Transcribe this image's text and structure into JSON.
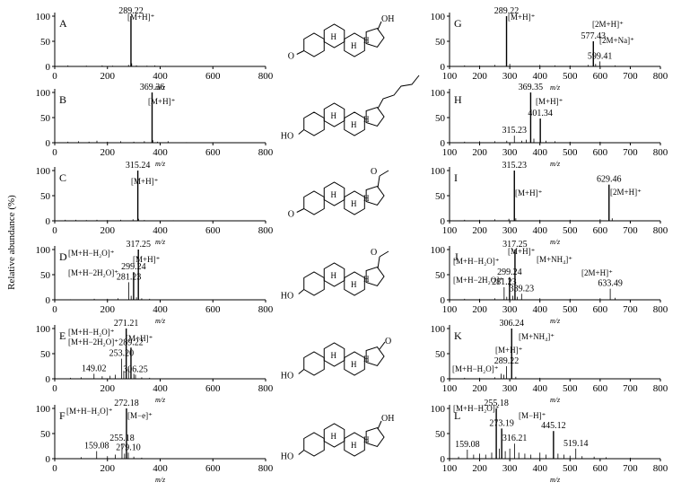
{
  "figure": {
    "ylabel": "Relative abundance (%)"
  },
  "chart_data": [
    {
      "type": "bar",
      "label": "A",
      "xlabel": "m/z",
      "xlim": [
        0,
        800
      ],
      "ylim": [
        0,
        100
      ],
      "xticks": [
        0,
        200,
        400,
        600,
        800
      ],
      "yticks": [
        0,
        50,
        100
      ],
      "peaks": [
        [
          50,
          2
        ],
        [
          120,
          1.5
        ],
        [
          180,
          2
        ],
        [
          220,
          1.5
        ],
        [
          280,
          3
        ],
        [
          289.22,
          100
        ],
        [
          292,
          6
        ],
        [
          310,
          2
        ],
        [
          350,
          1.5
        ],
        [
          380,
          2
        ],
        [
          420,
          1
        ],
        [
          480,
          1
        ],
        [
          560,
          1
        ],
        [
          650,
          1
        ]
      ],
      "annotations": [
        {
          "text": "289.22",
          "x": 289.22,
          "y": 100
        }
      ],
      "ion_labels": [
        "[M+H]⁺"
      ],
      "structure": "testosterone"
    },
    {
      "type": "bar",
      "label": "B",
      "xlabel": "m/z",
      "xlim": [
        0,
        800
      ],
      "ylim": [
        0,
        100
      ],
      "xticks": [
        0,
        200,
        400,
        600,
        800
      ],
      "yticks": [
        0,
        50,
        100
      ],
      "peaks": [
        [
          50,
          2
        ],
        [
          90,
          3
        ],
        [
          130,
          2
        ],
        [
          160,
          4
        ],
        [
          200,
          2
        ],
        [
          250,
          3
        ],
        [
          300,
          2
        ],
        [
          340,
          3
        ],
        [
          369.36,
          100
        ],
        [
          372,
          5
        ],
        [
          390,
          2
        ],
        [
          430,
          3
        ],
        [
          500,
          1
        ],
        [
          600,
          1
        ]
      ],
      "annotations": [
        {
          "text": "369.36",
          "x": 369.36,
          "y": 100
        }
      ],
      "ion_labels": [
        "[M+H]⁺"
      ],
      "structure": "cholesterol"
    },
    {
      "type": "bar",
      "label": "C",
      "xlabel": "m/z",
      "xlim": [
        0,
        800
      ],
      "ylim": [
        0,
        100
      ],
      "xticks": [
        0,
        200,
        400,
        600,
        800
      ],
      "yticks": [
        0,
        50,
        100
      ],
      "peaks": [
        [
          40,
          2
        ],
        [
          80,
          2
        ],
        [
          120,
          1.5
        ],
        [
          160,
          2
        ],
        [
          200,
          1.5
        ],
        [
          250,
          2
        ],
        [
          297,
          3
        ],
        [
          315.24,
          100
        ],
        [
          318,
          4
        ],
        [
          340,
          1.5
        ],
        [
          400,
          1
        ],
        [
          450,
          1
        ],
        [
          550,
          1
        ]
      ],
      "annotations": [
        {
          "text": "315.24",
          "x": 315.24,
          "y": 100
        }
      ],
      "ion_labels": [
        "[M+H]⁺"
      ],
      "structure": "progesterone"
    },
    {
      "type": "bar",
      "label": "D",
      "xlabel": "m/z",
      "xlim": [
        0,
        800
      ],
      "ylim": [
        0,
        100
      ],
      "xticks": [
        0,
        200,
        400,
        600,
        800
      ],
      "yticks": [
        0,
        50,
        100
      ],
      "peaks": [
        [
          60,
          1
        ],
        [
          150,
          2
        ],
        [
          200,
          2
        ],
        [
          240,
          3
        ],
        [
          281.23,
          35
        ],
        [
          290,
          8
        ],
        [
          299.24,
          55
        ],
        [
          310,
          5
        ],
        [
          317.25,
          100
        ],
        [
          330,
          3
        ],
        [
          360,
          2
        ],
        [
          400,
          1
        ]
      ],
      "annotations": [
        {
          "text": "317.25",
          "x": 317.25,
          "y": 100
        },
        {
          "text": "299.24",
          "x": 299.24,
          "y": 55
        },
        {
          "text": "281.23",
          "x": 281.23,
          "y": 35
        }
      ],
      "ion_labels": [
        "[M+H−H₂O]⁺",
        "[M+H]⁺",
        "[M+H−2H₂O]⁺"
      ],
      "structure": "pregnenolone"
    },
    {
      "type": "bar",
      "label": "E",
      "xlabel": "m/z",
      "xlim": [
        0,
        800
      ],
      "ylim": [
        0,
        100
      ],
      "xticks": [
        0,
        200,
        400,
        600,
        800
      ],
      "yticks": [
        0,
        50,
        100
      ],
      "peaks": [
        [
          60,
          2
        ],
        [
          100,
          3
        ],
        [
          149.02,
          10
        ],
        [
          180,
          5
        ],
        [
          210,
          6
        ],
        [
          230,
          8
        ],
        [
          253.2,
          40
        ],
        [
          262,
          15
        ],
        [
          271.21,
          100
        ],
        [
          280,
          20
        ],
        [
          289.22,
          62
        ],
        [
          300,
          10
        ],
        [
          306.25,
          8
        ],
        [
          330,
          3
        ],
        [
          360,
          2
        ]
      ],
      "annotations": [
        {
          "text": "271.21",
          "x": 271.21,
          "y": 100
        },
        {
          "text": "289.22",
          "x": 289.22,
          "y": 62
        },
        {
          "text": "253.20",
          "x": 253.2,
          "y": 40
        },
        {
          "text": "149.02",
          "x": 149.02,
          "y": 10
        },
        {
          "text": "306.25",
          "x": 306.25,
          "y": 8
        }
      ],
      "ion_labels": [
        "[M+H−H₂O]⁺",
        "[M+H]⁺",
        "[M+H−2H₂O]⁺"
      ],
      "structure": "DHEA"
    },
    {
      "type": "bar",
      "label": "F",
      "xlabel": "m/z",
      "xlim": [
        0,
        800
      ],
      "ylim": [
        0,
        100
      ],
      "xticks": [
        0,
        200,
        400,
        600,
        800
      ],
      "yticks": [
        0,
        50,
        100
      ],
      "peaks": [
        [
          100,
          3
        ],
        [
          159.08,
          15
        ],
        [
          200,
          5
        ],
        [
          230,
          8
        ],
        [
          255.18,
          30
        ],
        [
          265,
          10
        ],
        [
          272.18,
          100
        ],
        [
          279.1,
          12
        ],
        [
          300,
          4
        ],
        [
          330,
          2
        ]
      ],
      "annotations": [
        {
          "text": "272.18",
          "x": 272.18,
          "y": 100
        },
        {
          "text": "255.18",
          "x": 255.18,
          "y": 30
        },
        {
          "text": "159.08",
          "x": 159.08,
          "y": 15
        },
        {
          "text": "279.10",
          "x": 279.1,
          "y": 12
        }
      ],
      "ion_labels": [
        "[M+H−H₂O]⁺",
        "[M−e]⁺"
      ],
      "structure": "estradiol"
    },
    {
      "type": "bar",
      "label": "G",
      "xlabel": "m/z",
      "xlim": [
        100,
        800
      ],
      "ylim": [
        0,
        100
      ],
      "xticks": [
        100,
        200,
        300,
        400,
        500,
        600,
        700,
        800
      ],
      "yticks": [
        0,
        50,
        100
      ],
      "peaks": [
        [
          150,
          2
        ],
        [
          200,
          2
        ],
        [
          250,
          3
        ],
        [
          289.22,
          100
        ],
        [
          300,
          5
        ],
        [
          400,
          3
        ],
        [
          450,
          2
        ],
        [
          500,
          2
        ],
        [
          560,
          3
        ],
        [
          577.43,
          50
        ],
        [
          585,
          5
        ],
        [
          599.41,
          10
        ],
        [
          650,
          2
        ],
        [
          700,
          1
        ]
      ],
      "annotations": [
        {
          "text": "289.22",
          "x": 289.22,
          "y": 100
        },
        {
          "text": "577.43",
          "x": 577.43,
          "y": 50
        },
        {
          "text": "599.41",
          "x": 599.41,
          "y": 10
        }
      ],
      "ion_labels": [
        "[M+H]⁺",
        "[2M+H]⁺",
        "[2M+Na]⁺"
      ]
    },
    {
      "type": "bar",
      "label": "H",
      "xlabel": "m/z",
      "xlim": [
        100,
        800
      ],
      "ylim": [
        0,
        100
      ],
      "xticks": [
        100,
        200,
        300,
        400,
        500,
        600,
        700,
        800
      ],
      "yticks": [
        0,
        50,
        100
      ],
      "peaks": [
        [
          150,
          2
        ],
        [
          200,
          3
        ],
        [
          250,
          3
        ],
        [
          290,
          4
        ],
        [
          315.23,
          14
        ],
        [
          340,
          4
        ],
        [
          355,
          6
        ],
        [
          369.35,
          100
        ],
        [
          380,
          8
        ],
        [
          401.34,
          48
        ],
        [
          420,
          4
        ],
        [
          450,
          3
        ],
        [
          500,
          2
        ],
        [
          600,
          2
        ],
        [
          700,
          1
        ]
      ],
      "annotations": [
        {
          "text": "369.35",
          "x": 369.35,
          "y": 100
        },
        {
          "text": "401.34",
          "x": 401.34,
          "y": 48
        },
        {
          "text": "315.23",
          "x": 315.23,
          "y": 14
        }
      ],
      "ion_labels": [
        "[M+H]⁺"
      ]
    },
    {
      "type": "bar",
      "label": "I",
      "xlabel": "m/z",
      "xlim": [
        100,
        800
      ],
      "ylim": [
        0,
        100
      ],
      "xticks": [
        100,
        200,
        300,
        400,
        500,
        600,
        700,
        800
      ],
      "yticks": [
        0,
        50,
        100
      ],
      "peaks": [
        [
          150,
          2
        ],
        [
          200,
          2
        ],
        [
          250,
          3
        ],
        [
          297,
          4
        ],
        [
          315.23,
          100
        ],
        [
          320,
          5
        ],
        [
          400,
          2
        ],
        [
          500,
          2
        ],
        [
          600,
          3
        ],
        [
          629.46,
          72
        ],
        [
          640,
          5
        ],
        [
          700,
          1
        ]
      ],
      "annotations": [
        {
          "text": "315.23",
          "x": 315.23,
          "y": 100
        },
        {
          "text": "629.46",
          "x": 629.46,
          "y": 72
        }
      ],
      "ion_labels": [
        "[M+H]⁺",
        "[2M+H]⁺"
      ]
    },
    {
      "type": "bar",
      "label": "J",
      "xlabel": "m/z",
      "xlim": [
        100,
        800
      ],
      "ylim": [
        0,
        100
      ],
      "xticks": [
        100,
        200,
        300,
        400,
        500,
        600,
        700,
        800
      ],
      "yticks": [
        0,
        50,
        100
      ],
      "peaks": [
        [
          150,
          2
        ],
        [
          200,
          2
        ],
        [
          250,
          3
        ],
        [
          281.23,
          25
        ],
        [
          290,
          6
        ],
        [
          299.24,
          45
        ],
        [
          310,
          8
        ],
        [
          317.25,
          100
        ],
        [
          325,
          6
        ],
        [
          339.23,
          12
        ],
        [
          400,
          3
        ],
        [
          500,
          2
        ],
        [
          600,
          3
        ],
        [
          633.49,
          22
        ],
        [
          650,
          4
        ],
        [
          700,
          1
        ]
      ],
      "annotations": [
        {
          "text": "317.25",
          "x": 317.25,
          "y": 100
        },
        {
          "text": "299.24",
          "x": 299.24,
          "y": 45
        },
        {
          "text": "281.23",
          "x": 281.23,
          "y": 25
        },
        {
          "text": "339.23",
          "x": 339.23,
          "y": 12
        },
        {
          "text": "633.49",
          "x": 633.49,
          "y": 22
        }
      ],
      "ion_labels": [
        "[M+H]⁺",
        "[M+H−H₂O]⁺",
        "[M+NH₄]⁺",
        "[M+H−2H₂O]⁺",
        "[2M+H]⁺"
      ]
    },
    {
      "type": "bar",
      "label": "K",
      "xlabel": "m/z",
      "xlim": [
        100,
        800
      ],
      "ylim": [
        0,
        100
      ],
      "xticks": [
        100,
        200,
        300,
        400,
        500,
        600,
        700,
        800
      ],
      "yticks": [
        0,
        50,
        100
      ],
      "peaks": [
        [
          150,
          2
        ],
        [
          200,
          2
        ],
        [
          250,
          3
        ],
        [
          271,
          10
        ],
        [
          280,
          8
        ],
        [
          289.22,
          25
        ],
        [
          306.24,
          100
        ],
        [
          320,
          4
        ],
        [
          400,
          2
        ],
        [
          500,
          1
        ]
      ],
      "annotations": [
        {
          "text": "306.24",
          "x": 306.24,
          "y": 100
        },
        {
          "text": "289.22",
          "x": 289.22,
          "y": 25
        }
      ],
      "ion_labels": [
        "[M+NH₄]⁺",
        "[M+H]⁺",
        "[M+H−H₂O]⁺"
      ]
    },
    {
      "type": "bar",
      "label": "L",
      "xlabel": "m/z",
      "xlim": [
        100,
        800
      ],
      "ylim": [
        0,
        100
      ],
      "xticks": [
        100,
        200,
        300,
        400,
        500,
        600,
        700,
        800
      ],
      "yticks": [
        0,
        50,
        100
      ],
      "peaks": [
        [
          130,
          4
        ],
        [
          159.08,
          18
        ],
        [
          180,
          8
        ],
        [
          200,
          10
        ],
        [
          220,
          8
        ],
        [
          240,
          12
        ],
        [
          255.18,
          100
        ],
        [
          265,
          20
        ],
        [
          273.19,
          60
        ],
        [
          285,
          15
        ],
        [
          300,
          20
        ],
        [
          316.21,
          30
        ],
        [
          330,
          12
        ],
        [
          350,
          10
        ],
        [
          370,
          8
        ],
        [
          400,
          12
        ],
        [
          420,
          8
        ],
        [
          445.12,
          55
        ],
        [
          460,
          10
        ],
        [
          480,
          8
        ],
        [
          500,
          6
        ],
        [
          519.14,
          20
        ],
        [
          540,
          5
        ],
        [
          580,
          4
        ],
        [
          620,
          3
        ],
        [
          700,
          2
        ]
      ],
      "annotations": [
        {
          "text": "255.18",
          "x": 255.18,
          "y": 100
        },
        {
          "text": "273.19",
          "x": 273.19,
          "y": 60
        },
        {
          "text": "445.12",
          "x": 445.12,
          "y": 55
        },
        {
          "text": "316.21",
          "x": 316.21,
          "y": 30
        },
        {
          "text": "519.14",
          "x": 519.14,
          "y": 20
        },
        {
          "text": "159.08",
          "x": 159.08,
          "y": 18
        }
      ],
      "ion_labels": [
        "[M+H−H₂O]⁺",
        "[M−H]⁺"
      ]
    }
  ]
}
